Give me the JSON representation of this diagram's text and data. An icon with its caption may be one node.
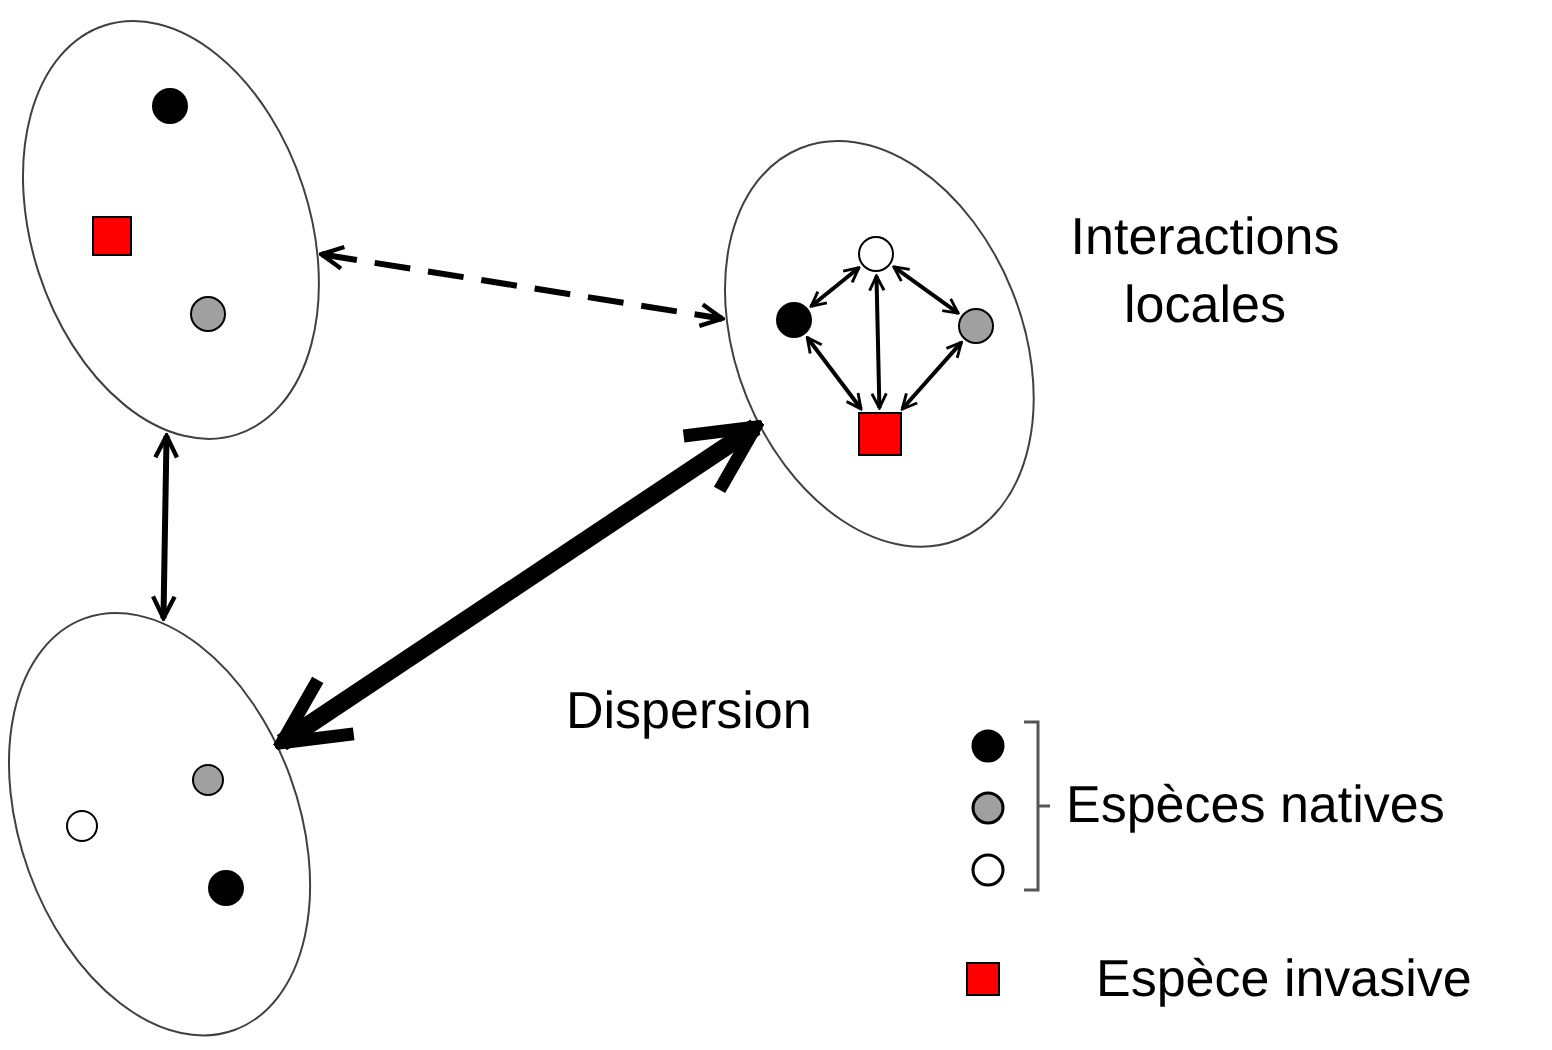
{
  "diagram": {
    "nodes": [
      {
        "text": [],
        "shape": "ellipse"
      },
      {
        "text": [],
        "shape": "circle",
        "in": 0
      },
      {
        "text": [],
        "shape": "box",
        "in": 0
      },
      {
        "text": [],
        "shape": "circle",
        "in": 0
      },
      {
        "text": [],
        "shape": "ellipse",
        "beside": [
          "Interactions locales"
        ]
      },
      {
        "text": [],
        "shape": "circle",
        "in": 4
      },
      {
        "text": [],
        "shape": "circle",
        "in": 4
      },
      {
        "text": [],
        "shape": "circle",
        "in": 4
      },
      {
        "text": [],
        "shape": "box",
        "in": 4
      },
      {
        "text": [],
        "shape": "ellipse"
      },
      {
        "text": [],
        "shape": "circle",
        "in": 9
      },
      {
        "text": [],
        "shape": "circle",
        "in": 9
      },
      {
        "text": [],
        "shape": "circle",
        "in": 9
      }
    ],
    "edges": [
      {
        "from": 0,
        "to": 4,
        "arrow": "both",
        "style": "dashed"
      },
      {
        "from": 0,
        "to": 9,
        "arrow": "both"
      },
      {
        "from": 9,
        "to": 4,
        "arrow": "both",
        "style": "thick",
        "label": "Dispersion"
      },
      {
        "from": 5,
        "to": 6,
        "arrow": "both"
      },
      {
        "from": 5,
        "to": 7,
        "arrow": "both"
      },
      {
        "from": 5,
        "to": 8,
        "arrow": "both"
      },
      {
        "from": 6,
        "to": 8,
        "arrow": "both"
      },
      {
        "from": 7,
        "to": 8,
        "arrow": "both"
      }
    ],
    "legend": [
      {
        "text": "Espèces natives"
      },
      {
        "text": "Espèce invasive",
        "color": "#ff0000"
      }
    ]
  }
}
